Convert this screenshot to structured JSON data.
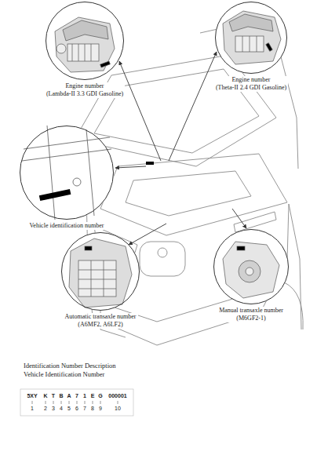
{
  "diagram": {
    "nodes": [
      {
        "text": [
          "Engine number",
          "(Lambda-II 3.3 GDI Gasoline)"
        ]
      },
      {
        "text": [
          "Engine number",
          "(Theta-II 2.4 GDI Gasoline)"
        ]
      },
      {
        "text": [
          "Vehicle identification number"
        ]
      },
      {
        "text": [
          "Automatic transaxle number",
          "(A6MF2, A6LF2)"
        ]
      },
      {
        "text": [
          "Manual transaxle number",
          "(M6GF2-1)"
        ]
      }
    ],
    "labels": [
      "Identification Number Description",
      "Vehicle Identification Number",
      "5XY",
      "K",
      "T",
      "B",
      "A",
      "7",
      "1",
      "E",
      "G",
      "000001",
      "1",
      "2",
      "3",
      "4",
      "5",
      "6",
      "7",
      "8",
      "9",
      "10"
    ]
  }
}
